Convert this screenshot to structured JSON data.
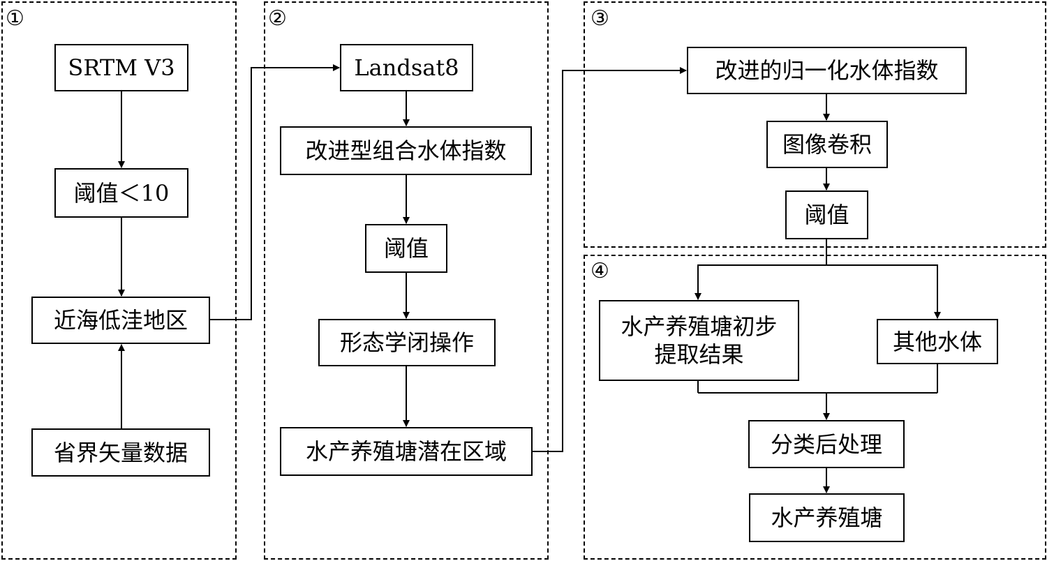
{
  "panels": [
    {
      "id": "panel-1",
      "label": "①"
    },
    {
      "id": "panel-2",
      "label": "②"
    },
    {
      "id": "panel-3",
      "label": "③"
    },
    {
      "id": "panel-4",
      "label": "④"
    }
  ],
  "nodes": {
    "srtm": "SRTM V3",
    "threshold_lt10": "阈值＜10",
    "coastal_lowland": "近海低洼地区",
    "provincial_boundary": "省界矢量数据",
    "landsat8": "Landsat8",
    "modified_combined_water_index": "改进型组合水体指数",
    "threshold_2": "阈值",
    "morphological_closing": "形态学闭操作",
    "potential_area": "水产养殖塘潜在区域",
    "modified_ndwi": "改进的归一化水体指数",
    "image_convolution": "图像卷积",
    "threshold_3": "阈值",
    "preliminary_result": "水产养殖塘初步\n提取结果",
    "other_water": "其他水体",
    "post_classification": "分类后处理",
    "aquaculture_ponds": "水产养殖塘"
  }
}
